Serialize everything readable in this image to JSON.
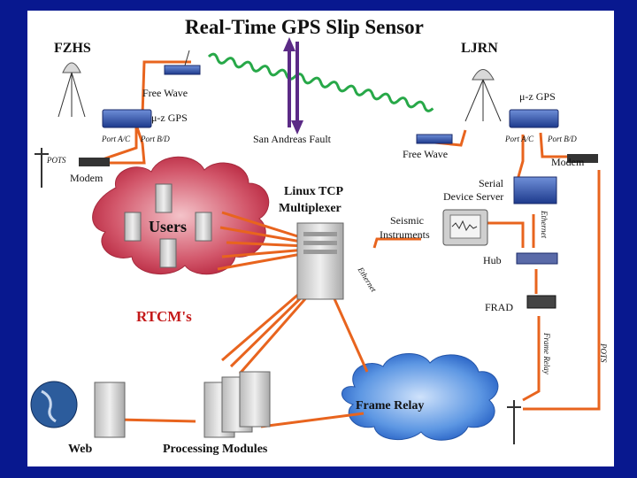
{
  "title": "Real-Time GPS Slip Sensor",
  "sites": {
    "left": "FZHS",
    "right": "LJRN"
  },
  "labels": {
    "freewave_left": "Free Wave",
    "freewave_right": "Free Wave",
    "gps_left": "μ-z GPS",
    "gps_right": "μ-z GPS",
    "port_ac_left": "Port A/C",
    "port_bd_left": "Port B/D",
    "port_ac_right": "Port A/C",
    "port_bd_right": "Port B/D",
    "fault": "San Andreas Fault",
    "pots_left": "POTS",
    "modem_left": "Modem",
    "modem_right": "Modem",
    "multiplexer_line1": "Linux TCP",
    "multiplexer_line2": "Multiplexer",
    "users": "Users",
    "serial_line1": "Serial",
    "serial_line2": "Device Server",
    "seismic_line1": "Seismic",
    "seismic_line2": "Instruments",
    "ethernet_right": "Ethernet",
    "hub": "Hub",
    "ethernet_center": "Ethernet",
    "frad": "FRAD",
    "frame_relay_vertical": "Frame Relay",
    "pots_right": "POTS",
    "rtcm": "RTCM's",
    "frame_relay_cloud": "Frame Relay",
    "web": "Web",
    "processing": "Processing Modules"
  },
  "colors": {
    "background": "#08188f",
    "link": "#e8641e",
    "users_cloud": "#c0384a",
    "frame_relay_cloud": "#3f7fd6",
    "rtcm_text": "#c41a1a"
  }
}
